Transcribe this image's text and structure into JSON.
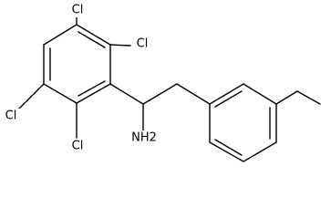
{
  "molecule": {
    "labels": {
      "cl_top_left": "Cl",
      "cl_top_right": "Cl",
      "cl_left": "Cl",
      "cl_bottom": "Cl",
      "amine": "NH2"
    },
    "colors": {
      "bond": "#000000",
      "text": "#000000",
      "background": "#ffffff"
    }
  }
}
